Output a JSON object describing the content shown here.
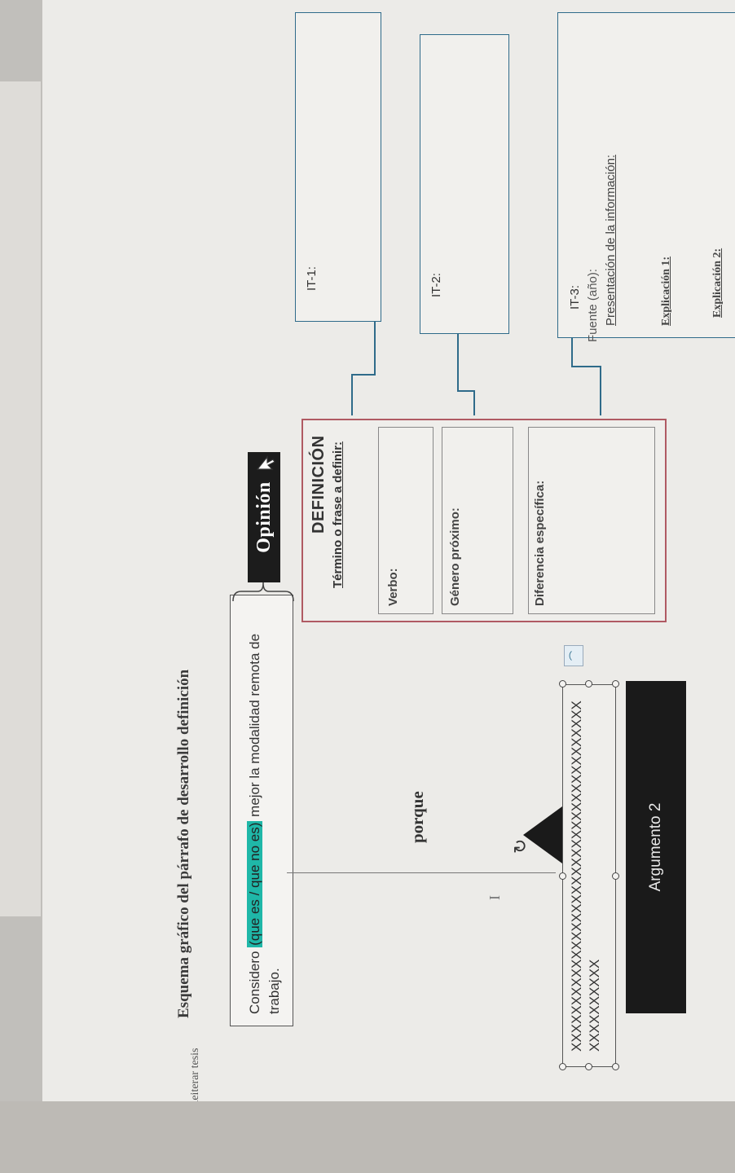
{
  "title": "Esquema gráfico del párrafo de desarrollo definición",
  "opinion": {
    "prefix": "Considero ",
    "highlight": "(que es / que no es)",
    "suffix": " mejor la modalidad remota de trabajo.",
    "tag_label": "Opinión"
  },
  "porque_label": "porque",
  "argument": {
    "text": "XXXXXXXXXXXXXXXXXXXXXXXXXXXXXXXXXXXXXX XXXXXXXXXX",
    "bar_label": "Argumento 2"
  },
  "definition": {
    "title": "DEFINICIÓN",
    "termino": "Término o frase a definir:",
    "verbo": "Verbo:",
    "genero": "Género próximo:",
    "diferencia": "Diferencia específica:"
  },
  "it1": {
    "label": "IT-1:"
  },
  "it2": {
    "label": "IT-2:"
  },
  "it3": {
    "label": "IT-3:",
    "fuente": "Fuente (año):",
    "presentacion": "Presentación de la información:",
    "explicacion1": "Explicación 1:",
    "explicacion2": "Explicación 2:"
  },
  "bottom_label": "Reiterar tesis",
  "colors": {
    "highlight": "#1fb7a8",
    "definition_border": "#b05a63",
    "it_border": "#2f6b8a",
    "connector": "#2f6b8a",
    "tag_background": "#1c1c1c"
  },
  "icons": [
    "cursor-icon",
    "ibeam-icon",
    "rotate-icon",
    "layout-options-icon"
  ]
}
